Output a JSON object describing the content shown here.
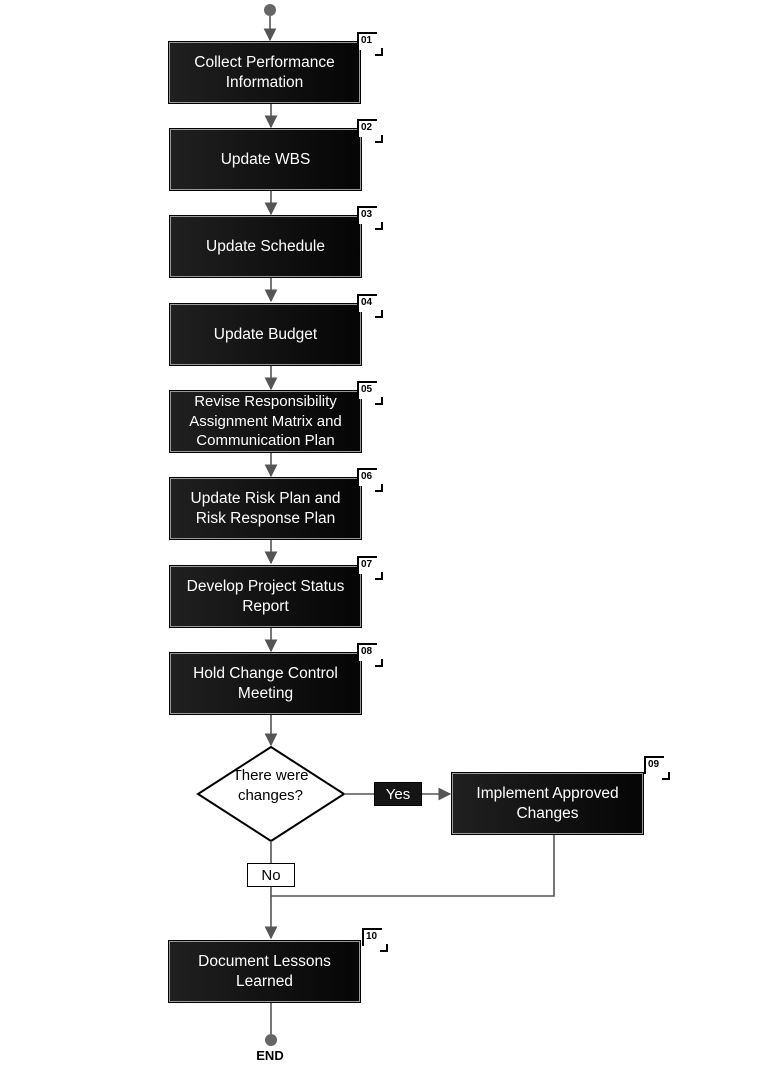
{
  "steps": [
    {
      "label": "Collect Performance Information",
      "badge": "01"
    },
    {
      "label": "Update WBS",
      "badge": "02"
    },
    {
      "label": "Update Schedule",
      "badge": "03"
    },
    {
      "label": "Update Budget",
      "badge": "04"
    },
    {
      "label": "Revise Responsibility Assignment Matrix and Communication Plan",
      "badge": "05"
    },
    {
      "label": "Update Risk Plan and Risk Response Plan",
      "badge": "06"
    },
    {
      "label": "Develop Project Status Report",
      "badge": "07"
    },
    {
      "label": "Hold Change Control Meeting",
      "badge": "08"
    },
    {
      "label": "Implement Approved Changes",
      "badge": "09"
    },
    {
      "label": "Document Lessons Learned",
      "badge": "10"
    }
  ],
  "decision": {
    "label": "There were changes?",
    "yes_label": "Yes",
    "no_label": "No"
  },
  "end_label": "END",
  "colors": {
    "box": "#141414",
    "box_text": "#ffffff",
    "connector": "#555555",
    "terminal": "#666666"
  }
}
